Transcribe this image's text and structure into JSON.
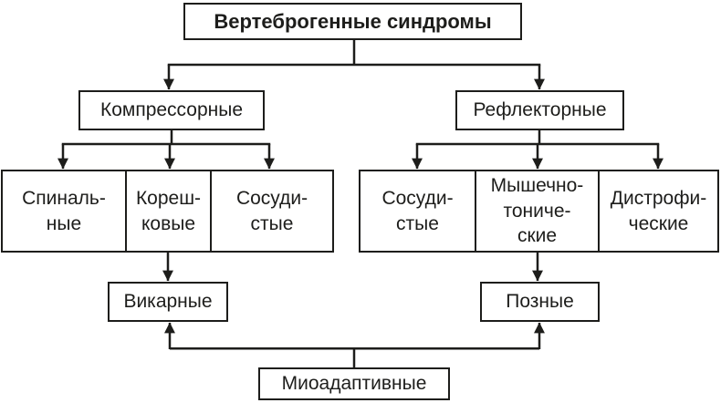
{
  "colors": {
    "line": "#1d1d1b",
    "text": "#1d1d1b",
    "background": "#ffffff"
  },
  "diagram": {
    "root": "Вертеброгенные синдромы",
    "compressive": "Компрессорные",
    "reflex": "Рефлекторные",
    "compressive_children": [
      "Спиналь-\nные",
      "Кореш-\nковые",
      "Сосуди-\nстые"
    ],
    "reflex_children": [
      "Сосуди-\nстые",
      "Мышечно-\nтониче-\nские",
      "Дистрофи-\nческие"
    ],
    "vicarious": "Викарные",
    "postural": "Позные",
    "myoadaptive": "Миоадаптивные"
  }
}
